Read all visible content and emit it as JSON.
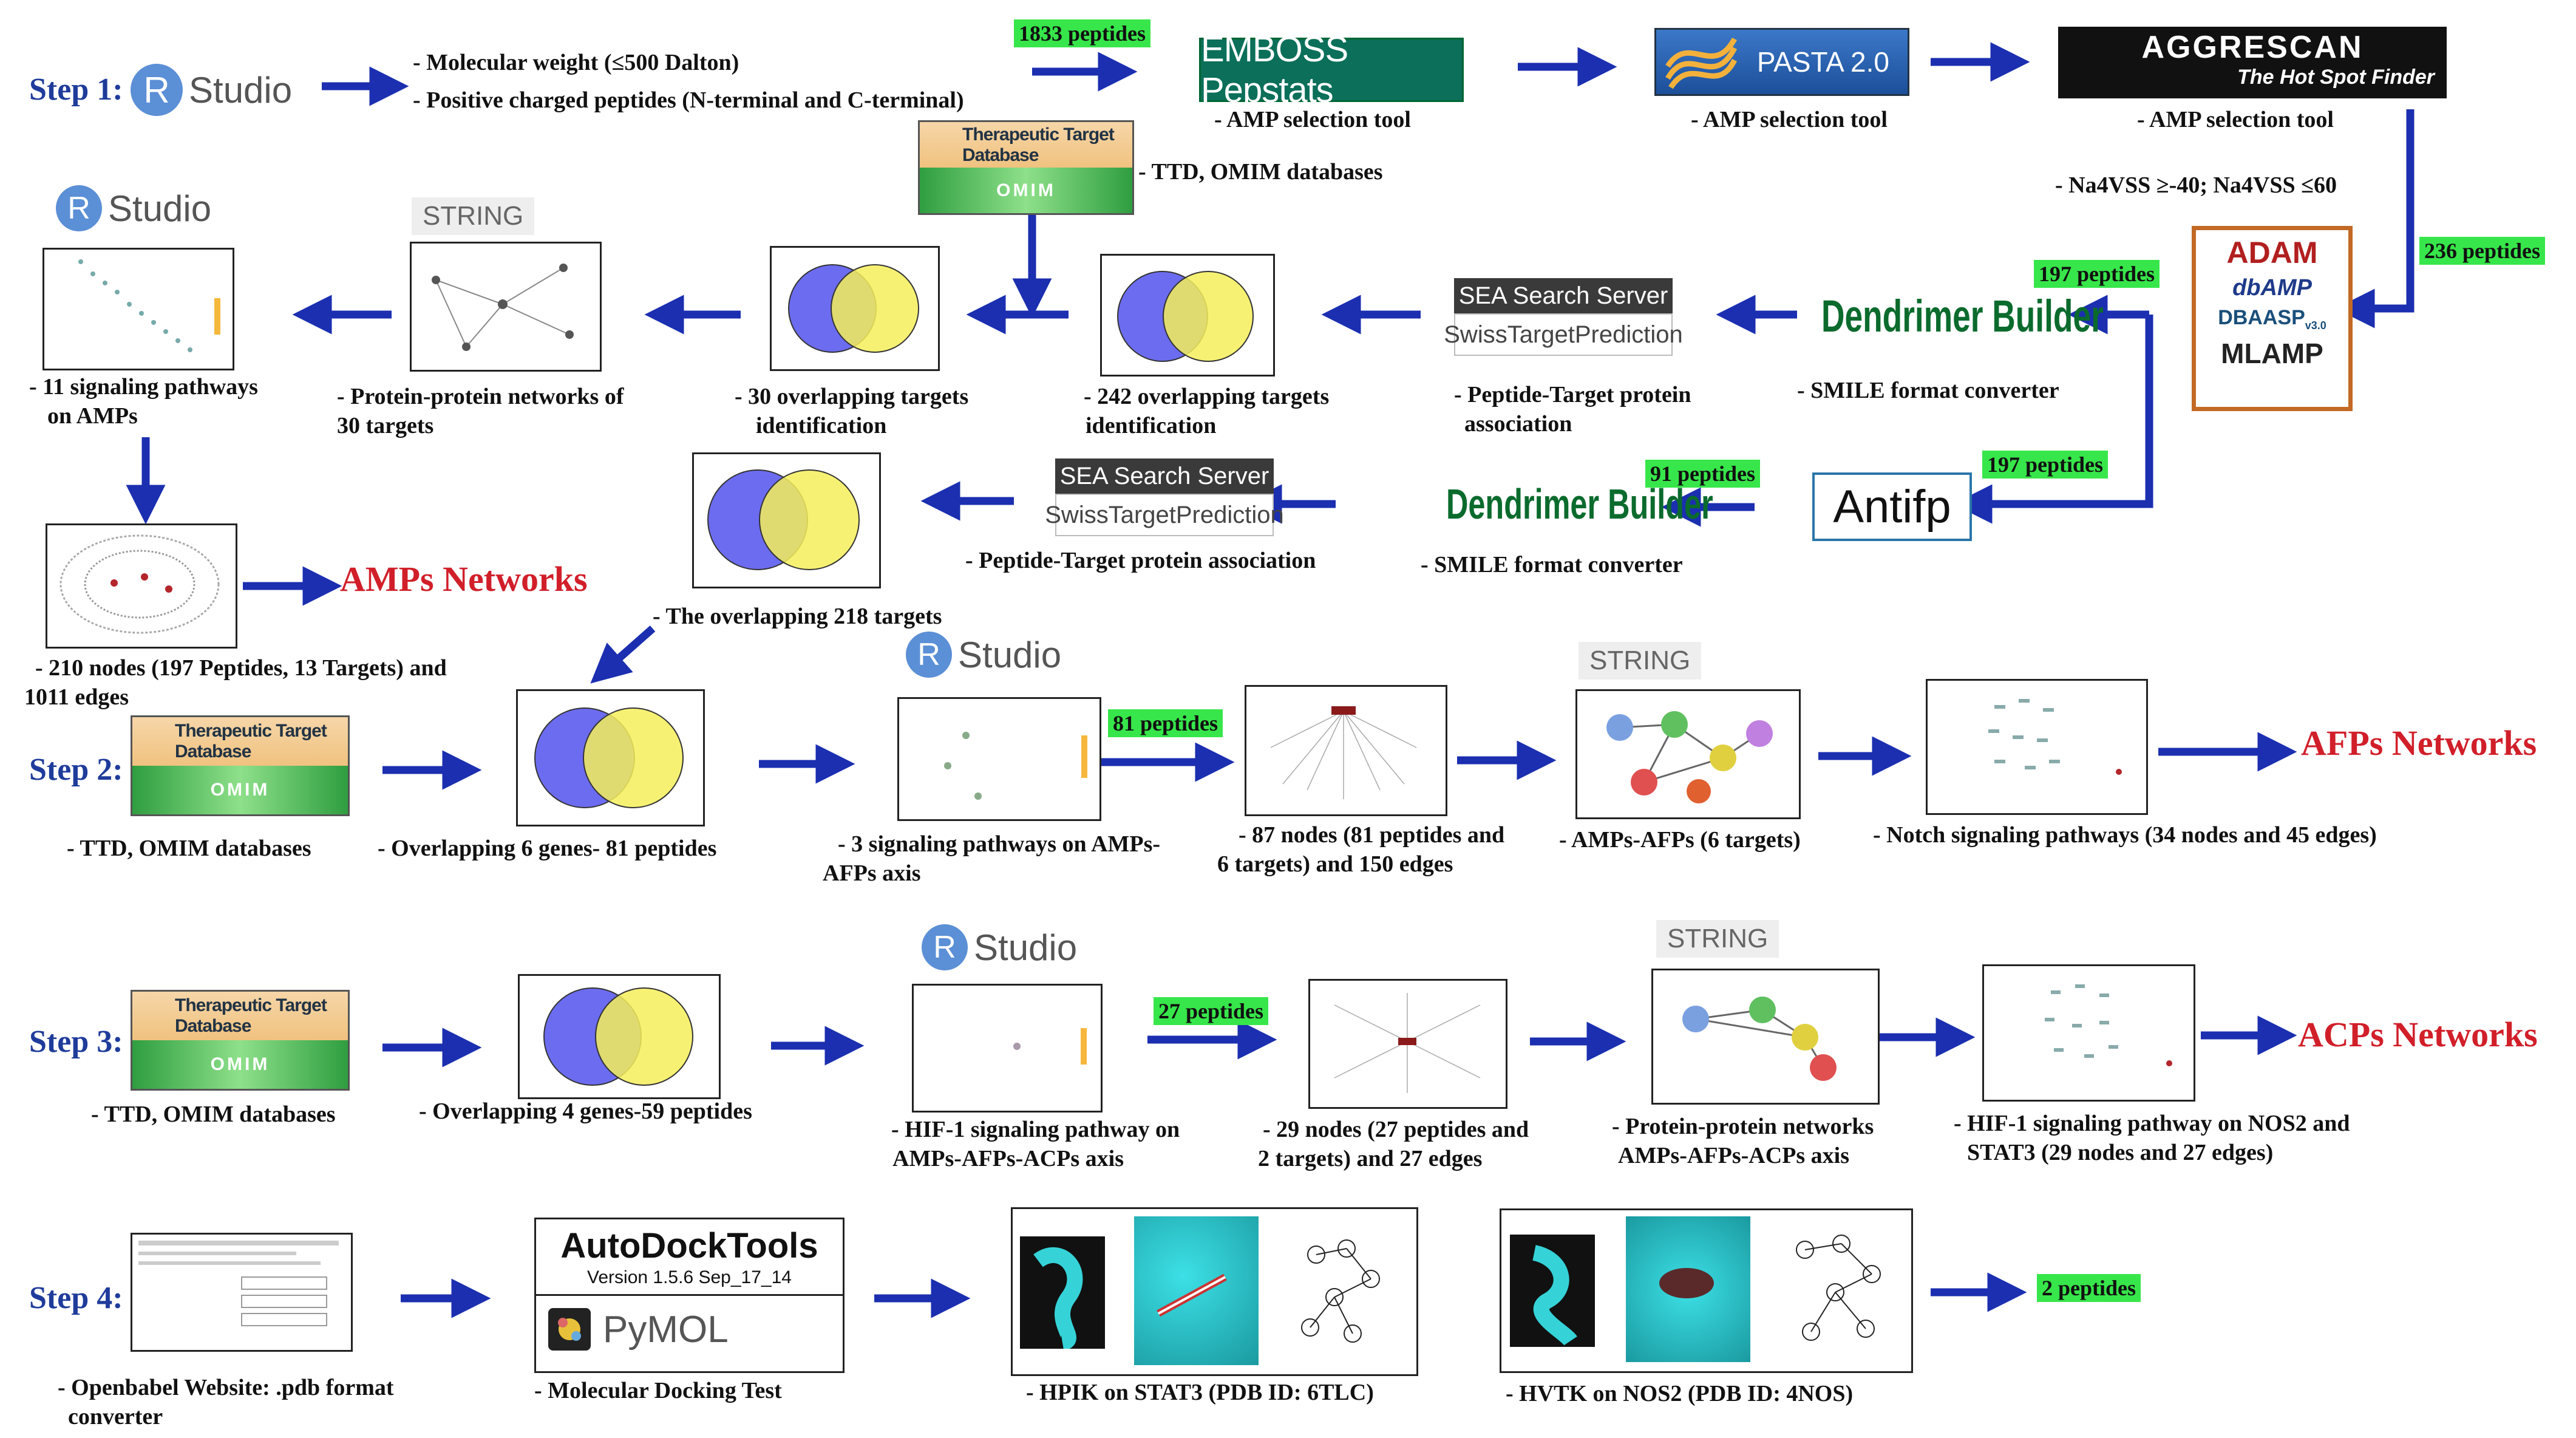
{
  "steps": {
    "s1": "Step 1:",
    "s2": "Step 2:",
    "s3": "Step 3:",
    "s4": "Step 4:"
  },
  "logos": {
    "rstudio_r": "R",
    "rstudio_word": "Studio",
    "string": "STRING",
    "emboss": "EMBOSS Pepstats",
    "pasta": "PASTA 2.0",
    "aggrescan": "AGGRESCAN",
    "aggrescan_sub": "The Hot Spot Finder",
    "ttd": "Therapeutic Target Database",
    "omim": "OMIM",
    "adam": "ADAM",
    "dbaasp_sub": "v3.0",
    "dbaasp": "DBAASP",
    "dbamp": "dbAMP",
    "mlamp": "MLAMP",
    "dendrimer": "Dendrimer Builder",
    "sea": "SEA Search Server",
    "swiss": "SwissTargetPrediction",
    "antifp": "Antifp",
    "autodock": "AutoDockTools",
    "autodock_ver": "Version 1.5.6 Sep_17_14",
    "pymol": "PyMOL"
  },
  "row1": {
    "mw": "- Molecular weight (≤500 Dalton)",
    "charge": "- Positive charged peptides (N-terminal and C-terminal)",
    "badge_1833": "1833 peptides",
    "emboss_cap": "- AMP selection tool",
    "pasta_cap": "- AMP selection tool",
    "aggrescan_cap": "- AMP selection tool",
    "ttd_cap": "- TTD, OMIM databases",
    "na4vss": "- Na4VSS ≥-40; Na4VSS ≤60",
    "badge_236": "236 peptides"
  },
  "row2": {
    "pathways11_a": "- 11 signaling pathways",
    "pathways11_b": "on AMPs",
    "ppi30_a": "- Protein-protein networks of",
    "ppi30_b": "30 targets",
    "overlap30_a": "- 30 overlapping targets",
    "overlap30_b": "identification",
    "overlap242_a": "- 242 overlapping targets",
    "overlap242_b": "identification",
    "pta_a": "- Peptide-Target protein",
    "pta_b": "association",
    "smile1": "- SMILE format converter",
    "badge_197a": "197 peptides"
  },
  "row3": {
    "amps_net": "AMPs Networks",
    "pta2": "- Peptide-Target protein association",
    "smile2": "- SMILE format converter",
    "badge_91": "91  peptides",
    "badge_197b": "197 peptides",
    "overlap218": "- The overlapping 218 targets",
    "nodes210_a": "- 210 nodes (197 Peptides, 13 Targets) and",
    "nodes210_b": "1011 edges"
  },
  "step2": {
    "ttd_cap": "- TTD, OMIM databases",
    "overlap6": "- Overlapping 6  genes- 81 peptides",
    "sig3_a": "- 3 signaling pathways on AMPs-",
    "sig3_b": "AFPs axis",
    "badge_81": "81  peptides",
    "nodes87_a": "- 87 nodes (81 peptides and",
    "nodes87_b": "6 targets) and 150 edges",
    "ampafp": "- AMPs-AFPs (6 targets)",
    "notch": "- Notch signaling pathways (34 nodes and 45 edges)",
    "afps_net": "AFPs Networks"
  },
  "step3": {
    "ttd_cap": "- TTD, OMIM databases",
    "overlap4": "- Overlapping 4 genes-59 peptides",
    "hif_a": "- HIF-1 signaling pathway on",
    "hif_b": "AMPs-AFPs-ACPs axis",
    "badge_27": "27  peptides",
    "nodes29_a": "- 29 nodes (27 peptides and",
    "nodes29_b": "2 targets) and 27 edges",
    "ppi_a": "- Protein-protein networks",
    "ppi_b": "AMPs-AFPs-ACPs axis",
    "hif2_a": "- HIF-1 signaling pathway on NOS2 and",
    "hif2_b": "STAT3 (29 nodes and 27 edges)",
    "acps_net": "ACPs Networks"
  },
  "step4": {
    "openbabel_a": "- Openbabel Website: .pdb format",
    "openbabel_b": "converter",
    "docking": "- Molecular Docking Test",
    "hpik": "- HPIK on STAT3 (PDB ID: 6TLC)",
    "hvtk": "- HVTK on NOS2 (PDB ID: 4NOS)",
    "badge_2": "2 peptides"
  },
  "colors": {
    "arrow": "#1b2fb0",
    "venn_blue": "#6c6cf0",
    "venn_yellow": "#f4ef5a",
    "badge_green": "#37e64a",
    "net_red": "#d11f2a",
    "adam_border": "#c26a25"
  }
}
